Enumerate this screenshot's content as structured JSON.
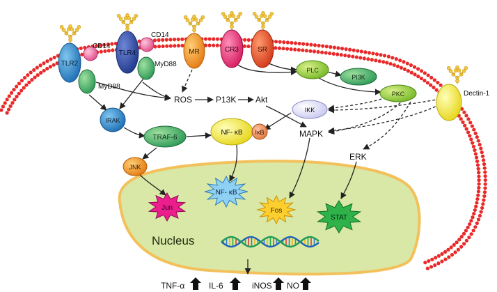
{
  "receptors": {
    "tlr2": "TLR2",
    "tlr4": "TLR4",
    "cd14_left": "CD14",
    "cd14_right": "CD14",
    "myd88_left": "MyD88",
    "myd88_right": "MyD88",
    "mr": "MR",
    "cr3": "CR3",
    "sr": "SR",
    "dectin1": "Dectin-1"
  },
  "nodes": {
    "irak": "IRAK",
    "traf6": "TRAF-6",
    "jnk": "JNK",
    "nfkb": "NF- κB",
    "ikb": "IκB",
    "ros": "ROS",
    "p13k": "P13K",
    "akt": "Akt",
    "plc": "PLC",
    "pi3k": "PI3K",
    "pkc": "PKC",
    "ikk": "IKK",
    "mapk": "MAPK",
    "erk": "ERK"
  },
  "nucleus": {
    "label": "Nucleus",
    "jun": "Jun",
    "nfkb": "NF- κB",
    "fos": "Fos",
    "stat": "STAT"
  },
  "outputs": {
    "tnf": "TNF-α",
    "il6": "IL-6",
    "inos": "iNOS",
    "no": "NO"
  },
  "colors": {
    "lipid_head": "#e8282a",
    "lipid_tail": "#e6b640",
    "glycan": "#f5c842",
    "nucleus_fill": "#d9e8a6",
    "nucleus_border": "#f2c15c"
  }
}
